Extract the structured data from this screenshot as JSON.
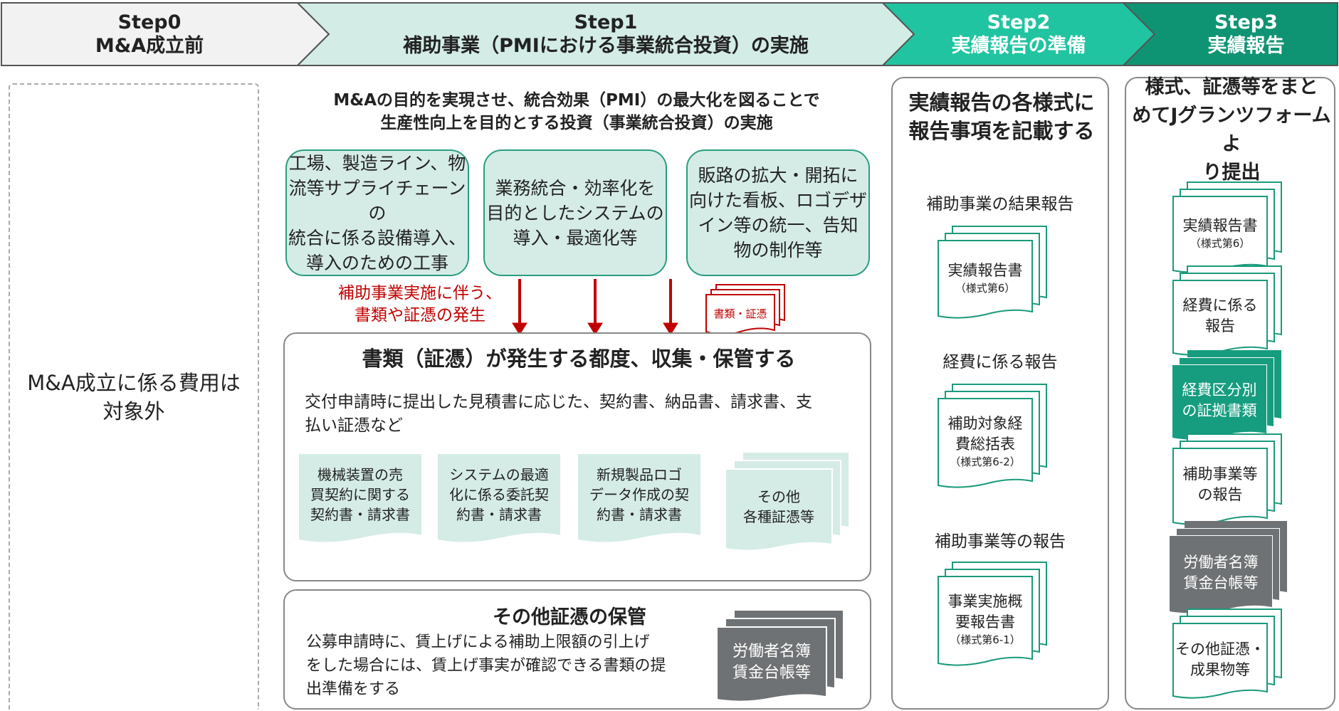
{
  "steps": [
    {
      "line1": "Step0",
      "line2": "M&A成立前"
    },
    {
      "line1": "Step1",
      "line2": "補助事業（PMIにおける事業統合投資）の実施"
    },
    {
      "line1": "Step2",
      "line2": "実績報告の準備"
    },
    {
      "line1": "Step3",
      "line2": "実績報告"
    }
  ],
  "colors": {
    "step0": "#f2f2f2",
    "step1": "#d3ece6",
    "step2": "#20c4a1",
    "step3": "#0f9473",
    "accent_red": "#c00000"
  },
  "step0_panel": {
    "line1": "M&A成立に係る費用は",
    "line2": "対象外"
  },
  "step1_panel": {
    "intro_line1": "M&Aの目的を実現させ、統合効果（PMI）の最大化を図ることで",
    "intro_line2": "生産性向上を目的とする投資（事業統合投資）の実施",
    "investments": [
      {
        "line1": "工場、製造ライン、物",
        "line2": "流等サプライチェーンの",
        "line3": "統合に係る設備導入、",
        "line4": "導入のための工事"
      },
      {
        "line1": "業務統合・効率化を",
        "line2": "目的としたシステムの",
        "line3": "導入・最適化等",
        "line4": ""
      },
      {
        "line1": "販路の拡大・開拓に",
        "line2": "向けた看板、ロゴデザ",
        "line3": "イン等の統一、告知",
        "line4": "物の制作等"
      }
    ],
    "red_note_line1": "補助事業実施に伴う、",
    "red_note_line2": "書類や証憑の発生",
    "red_doc_label": "書類・証憑",
    "collect_title": "書類（証憑）が発生する都度、収集・保管する",
    "collect_desc_line1": "交付申請時に提出した見積書に応じた、契約書、納品書、請求書、支",
    "collect_desc_line2": "払い証憑など",
    "docs": [
      {
        "line1": "機械装置の売",
        "line2": "買契約に関する",
        "line3": "契約書・請求書"
      },
      {
        "line1": "システムの最適",
        "line2": "化に係る委託契",
        "line3": "約書・請求書"
      },
      {
        "line1": "新規製品ロゴ",
        "line2": "データ作成の契",
        "line3": "約書・請求書"
      },
      {
        "line1": "その他",
        "line2": "各種証憑等",
        "line3": ""
      }
    ],
    "other_title": "その他証憑の保管",
    "other_desc_line1": "公募申請時に、賃上げによる補助上限額の引上げ",
    "other_desc_line2": "をした場合には、賃上げ事実が確認できる書類の提",
    "other_desc_line3": "出準備をする",
    "payroll_line1": "労働者名簿",
    "payroll_line2": "賃金台帳等"
  },
  "step2_panel": {
    "title_line1": "実績報告の各様式に",
    "title_line2": "報告事項を記載する",
    "sections": [
      {
        "heading": "補助事業の結果報告",
        "doc_line1": "実績報告書",
        "doc_line2": "",
        "doc_form": "（様式第6）"
      },
      {
        "heading": "経費に係る報告",
        "doc_line1": "補助対象経",
        "doc_line2": "費総括表",
        "doc_form": "（様式第6-2）"
      },
      {
        "heading": "補助事業等の報告",
        "doc_line1": "事業実施概",
        "doc_line2": "要報告書",
        "doc_form": "（様式第6-1）"
      }
    ]
  },
  "step3_panel": {
    "title_line1": "様式、証憑等をまと",
    "title_line2": "めてJグランツフォームよ",
    "title_line3": "り提出",
    "docs": [
      {
        "line1": "実績報告書",
        "line2": "",
        "form": "（様式第6）"
      },
      {
        "line1": "経費に係る",
        "line2": "報告",
        "form": ""
      },
      {
        "line1": "経費区分別",
        "line2": "の証拠書類",
        "form": ""
      },
      {
        "line1": "補助事業等",
        "line2": "の報告",
        "form": ""
      },
      {
        "line1": "労働者名簿",
        "line2": "賃金台帳等",
        "form": ""
      },
      {
        "line1": "その他証憑・",
        "line2": "成果物等",
        "form": ""
      }
    ]
  }
}
